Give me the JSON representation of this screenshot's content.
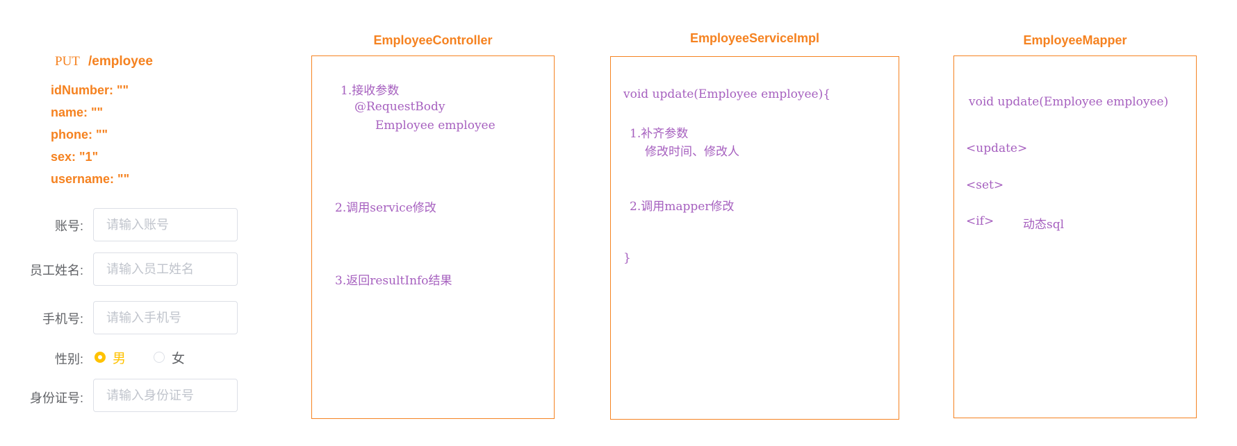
{
  "request": {
    "method": "PUT",
    "path": "/employee",
    "fields": [
      "idNumber: \"\"",
      "name: \"\"",
      "phone: \"\"",
      "sex: \"1\"",
      "username: \"\""
    ]
  },
  "form": {
    "account_label": "账号:",
    "account_placeholder": "请输入账号",
    "name_label": "员工姓名:",
    "name_placeholder": "请输入员工姓名",
    "phone_label": "手机号:",
    "phone_placeholder": "请输入手机号",
    "gender_label": "性别:",
    "gender_male": "男",
    "gender_female": "女",
    "gender_selected": "男",
    "idcard_label": "身份证号:",
    "idcard_placeholder": "请输入身份证号"
  },
  "controller": {
    "title": "EmployeeController",
    "step1": "1.接收参数",
    "step1_annotation": "@RequestBody",
    "step1_param": "Employee employee",
    "step2": "2.调用service修改",
    "step3": "3.返回resultInfo结果"
  },
  "service": {
    "title": "EmployeeServiceImpl",
    "signature": "void update(Employee employee){",
    "step1": "1.补齐参数",
    "step1_detail": "修改时间、修改人",
    "step2": "2.调用mapper修改",
    "closing": "}"
  },
  "mapper": {
    "title": "EmployeeMapper",
    "signature": "void update(Employee employee)",
    "tag_update": "<update>",
    "tag_set": "<set>",
    "tag_if": "<if>",
    "dynamic_sql": "动态sql"
  },
  "colors": {
    "accent": "#f58220",
    "code": "#a660bf",
    "radio": "#ffc200"
  }
}
